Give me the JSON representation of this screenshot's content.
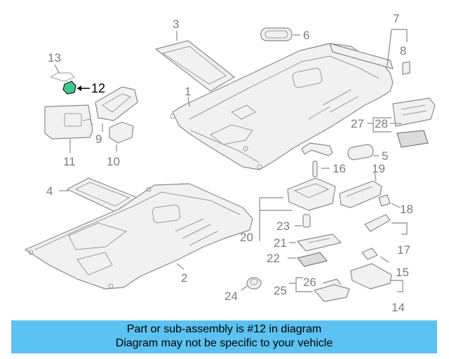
{
  "diagram": {
    "callouts": [
      "1",
      "2",
      "3",
      "4",
      "5",
      "6",
      "7",
      "8",
      "9",
      "10",
      "11",
      "12",
      "13",
      "14",
      "15",
      "16",
      "17",
      "18",
      "19",
      "20",
      "21",
      "22",
      "23",
      "24",
      "25",
      "26",
      "27",
      "28"
    ],
    "highlighted_part": "12",
    "highlight_color": "#3ec98c"
  },
  "banner": {
    "line1": "Part or sub-assembly is #12 in diagram",
    "line2": "Diagram may not be specific to your vehicle",
    "background": "#5bc2f2"
  }
}
